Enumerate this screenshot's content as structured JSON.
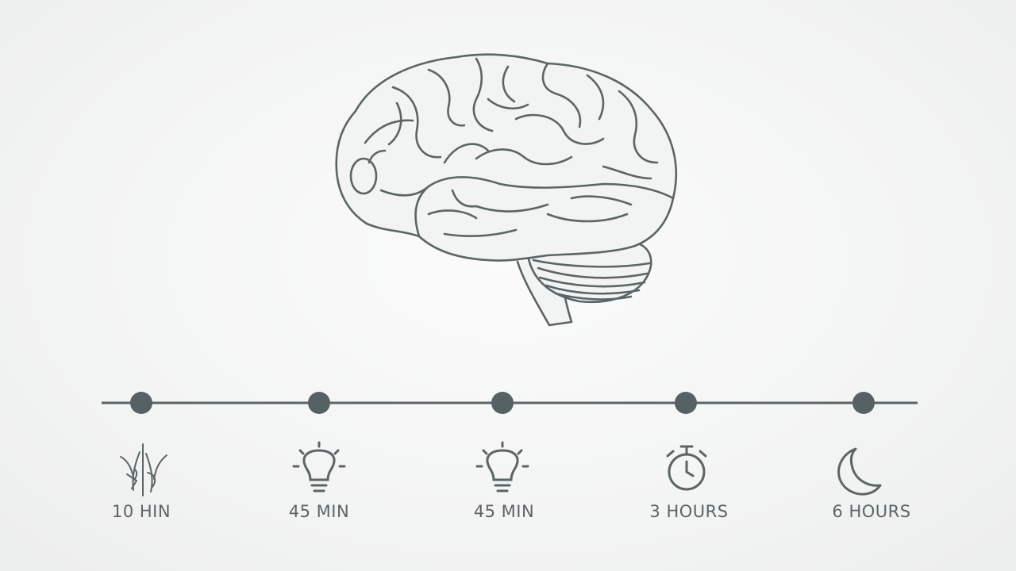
{
  "colors": {
    "line": "#5b6566",
    "dot": "#566163",
    "brain_stroke": "#5b6566",
    "brain_fill": "#f2f3f3",
    "text": "#5b6566"
  },
  "timeline": {
    "stages": [
      {
        "label": "10 HIN",
        "icon": "sketchy-plant-icon"
      },
      {
        "label": "45 MIN",
        "icon": "lightbulb-icon"
      },
      {
        "label": "45 MIN",
        "icon": "lightbulb-icon"
      },
      {
        "label": "3 HOURS",
        "icon": "stopwatch-icon"
      },
      {
        "label": "6 HOURS",
        "icon": "crescent-moon-icon"
      }
    ]
  }
}
